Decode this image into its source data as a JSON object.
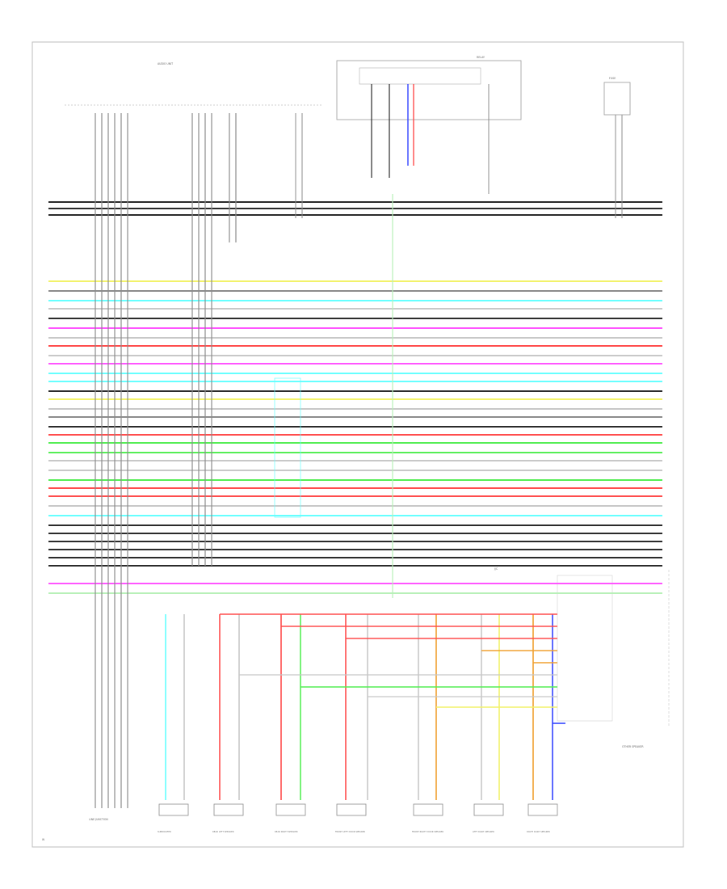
{
  "page": {
    "footer_id": "W",
    "top_left_component": "AUDIO UNIT",
    "relay_block": "RELAY",
    "fuse_label": "FUSE",
    "right_connector": "J/C",
    "note_right": "OTHER SPEAKER"
  },
  "speakers": [
    {
      "id": "subwoofer",
      "label": "SUBWOOFER"
    },
    {
      "id": "rear-left",
      "label": "REAR LEFT SPEAKER"
    },
    {
      "id": "rear-right",
      "label": "REAR RIGHT SPEAKER"
    },
    {
      "id": "front-left-door",
      "label": "FRONT LEFT DOOR SPEAKER"
    },
    {
      "id": "front-right-door",
      "label": "FRONT RIGHT DOOR SPEAKER"
    },
    {
      "id": "left-dash",
      "label": "LEFT DASH SPEAKER"
    },
    {
      "id": "right-dash",
      "label": "RIGHT DASH SPEAKER"
    }
  ],
  "bottom_left_label": "LINE JUNCTION",
  "colors": {
    "black": "#2b2b2b",
    "gray": "#8c8c8c",
    "lightgray": "#c8c8c8",
    "red": "#ff4d4d",
    "pink": "#ff55ff",
    "cyan": "#66ffff",
    "green": "#55ee55",
    "yellow": "#f2f26a",
    "orange": "#f0a030",
    "blue": "#3344ff",
    "purple": "#aa44ff",
    "lightgreen": "#b8f0b8"
  }
}
